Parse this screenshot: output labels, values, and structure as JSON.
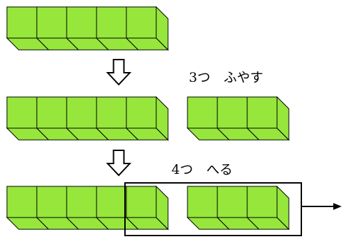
{
  "labels": {
    "increase": "3つ　ふやす",
    "decrease": "4つ　へる"
  },
  "steps": [
    {
      "groups": [
        5
      ]
    },
    {
      "groups": [
        5,
        3
      ]
    },
    {
      "groups": [
        5,
        3
      ],
      "removed": 4
    }
  ],
  "colors": {
    "cube": "#96e63c",
    "line": "#000000"
  },
  "icons": [
    "down-arrow-icon",
    "right-arrow-icon"
  ]
}
